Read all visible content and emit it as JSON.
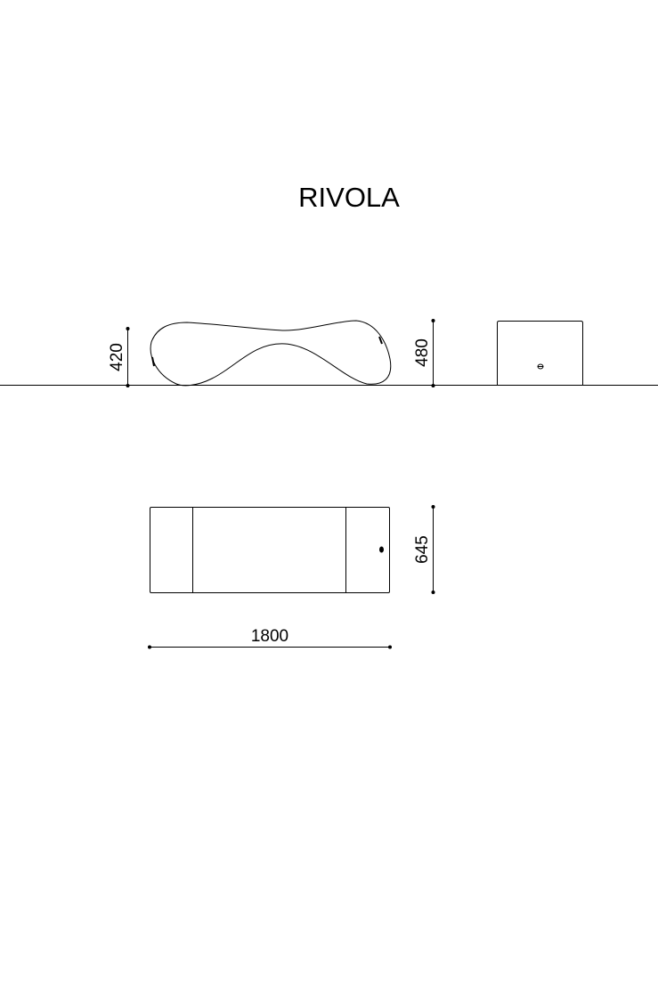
{
  "title": "RIVOLA",
  "dimensions": {
    "side_height": "420",
    "end_height": "480",
    "top_depth": "645",
    "top_length": "1800"
  }
}
